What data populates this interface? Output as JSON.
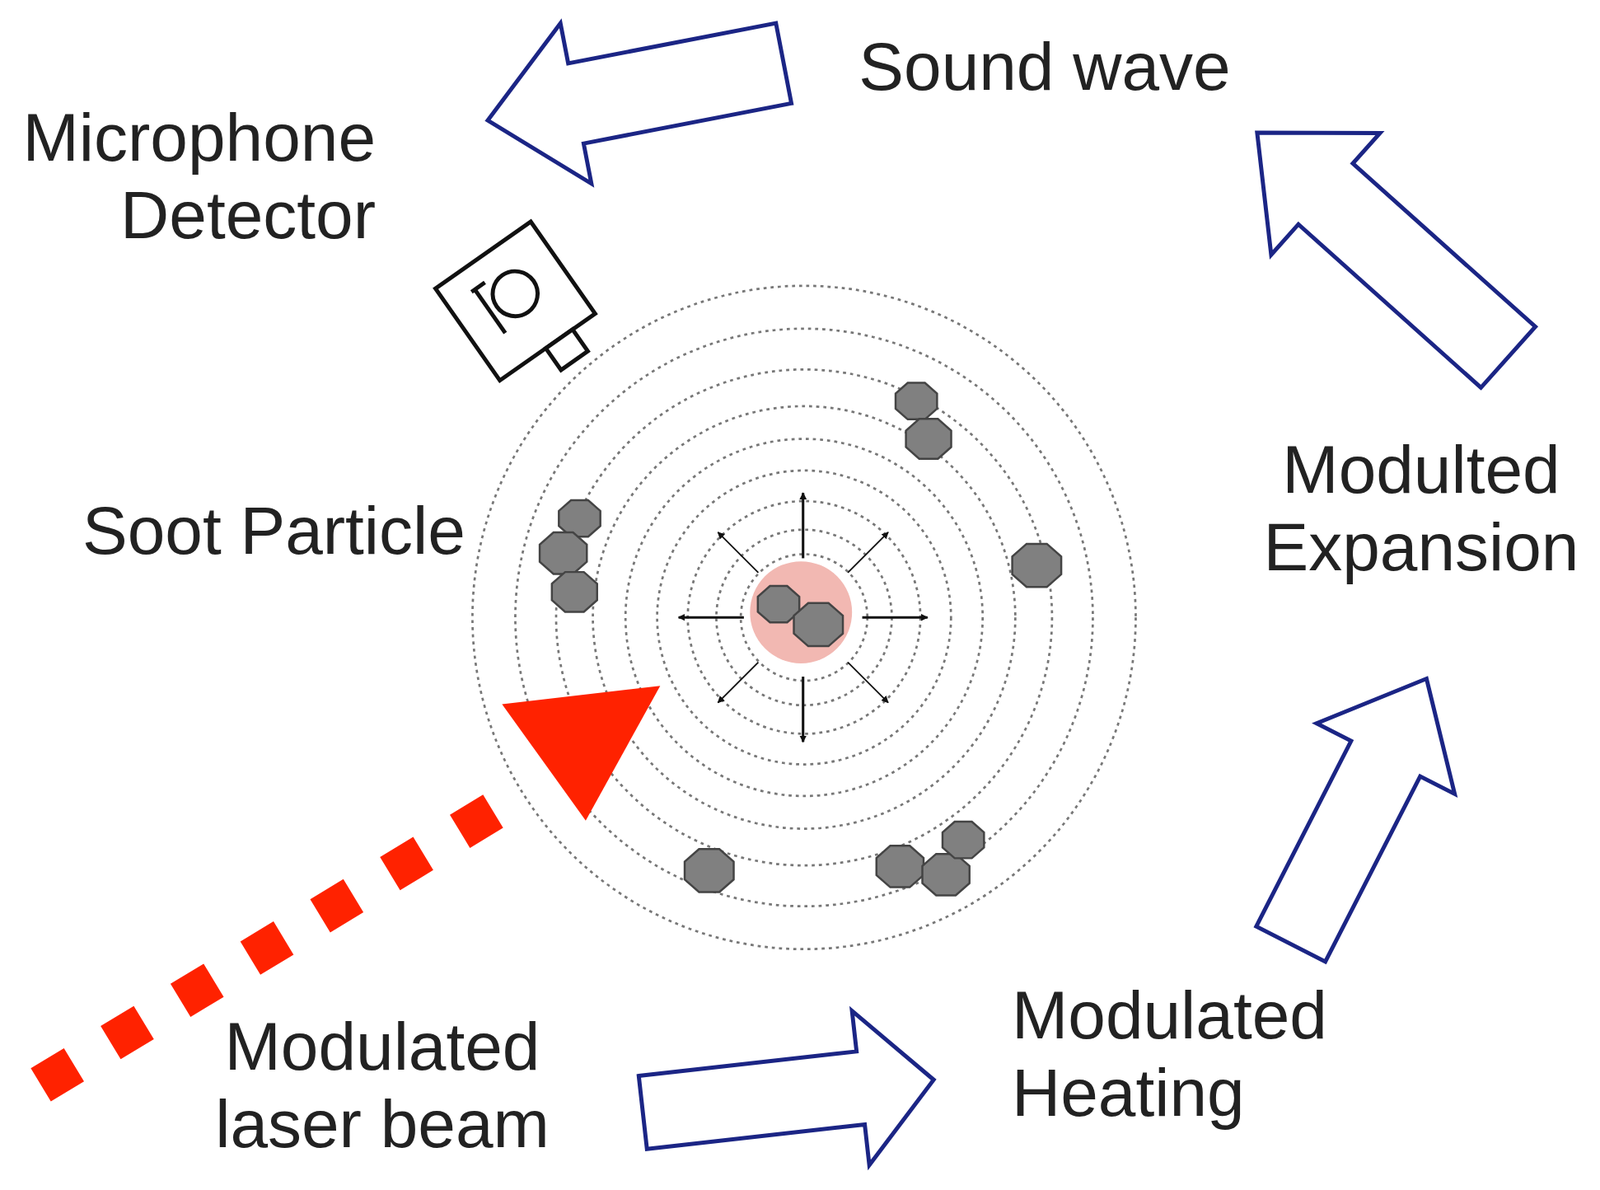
{
  "diagram": {
    "labels": [
      "Sound wave",
      "Microphone Detector",
      "Soot Particle",
      "Modulted Expansion",
      "Modulated Heating",
      "Modulated laser beam"
    ]
  }
}
